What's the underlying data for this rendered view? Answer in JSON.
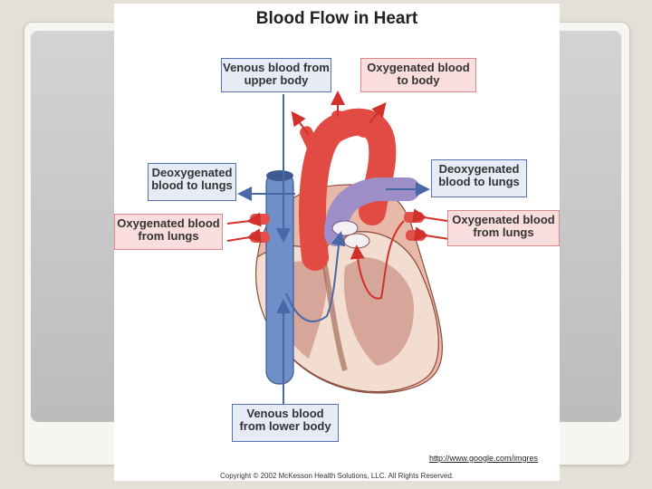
{
  "title": "Blood Flow in Heart",
  "labels": {
    "venous_upper": "Venous blood from upper body",
    "oxygenated_to_body": "Oxygenated blood to body",
    "deoxy_left": "Deoxygenated blood to lungs",
    "deoxy_right": "Deoxygenated blood to lungs",
    "oxy_from_lungs_left": "Oxygenated blood from lungs",
    "oxy_from_lungs_right": "Oxygenated blood from lungs",
    "venous_lower": "Venous blood from lower body"
  },
  "source_url": "http://www.google.com/imgres",
  "copyright": "Copyright © 2002 McKesson Health Solutions, LLC. All Rights Reserved.",
  "colors": {
    "deoxygenated": "#5474b0",
    "oxygenated": "#d63a36",
    "muscle": "#d9a99a"
  }
}
